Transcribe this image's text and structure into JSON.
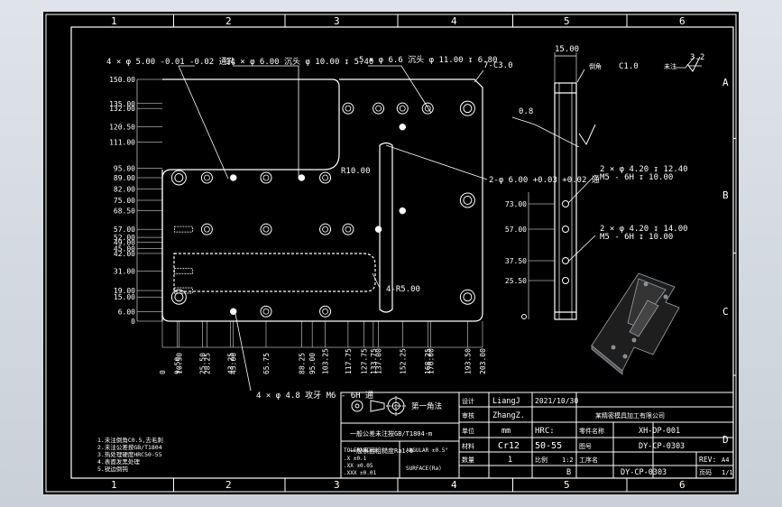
{
  "colors": {
    "background": "#000000",
    "line": "#ffffff",
    "dim": "#ffffff",
    "part": "#ffffff",
    "viewer": "#d3d9e0"
  },
  "zones": {
    "top": [
      "1",
      "2",
      "3",
      "4",
      "5",
      "6"
    ],
    "side": [
      "A",
      "B",
      "C",
      "D"
    ]
  },
  "callouts": {
    "top_left": "4 × φ 5.00 -0.01 -0.02 通孔",
    "top_mid": "14 × φ 6.00 沉头 φ 10.00 ↧ 5.40",
    "top_right": "5 × φ 6.6 沉头 φ 11.00 ↧ 6.80",
    "chamfer": "7-C3.0",
    "r10": "R10.00",
    "pin": "2-φ 6.00 +0.03 +0.02 通",
    "r5": "4-R5.00",
    "bottom": "4 × φ 4.8 攻牙 M6 - 6H 通",
    "side_thread1": "2 × φ 4.20 ↧ 12.40",
    "side_thread1b": "M5 - 6H ↧ 10.00",
    "side_thread2": "2 × φ 4.20 ↧ 14.00",
    "side_thread2b": "M5 - 6H ↧ 10.00",
    "side_width": "15.00",
    "side_chamfer": "C1.0",
    "flatness": "0.8",
    "roughness": "3.2",
    "note_a": "倒角",
    "note_b": "未注"
  },
  "y_dims": [
    "150.00",
    "135.00",
    "132.00",
    "120.50",
    "111.00",
    "95.00",
    "89.00",
    "82.00",
    "75.00",
    "68.50",
    "57.00",
    "52.00",
    "49.00",
    "45.00",
    "42.00",
    "31.00",
    "19.00",
    "15.00",
    "6.00",
    "0"
  ],
  "x_dims": [
    "0",
    "9.50",
    "10.50",
    "25.50",
    "28.25",
    "43.25",
    "45.00",
    "65.75",
    "88.25",
    "95.00",
    "103.25",
    "117.75",
    "127.75",
    "133.75",
    "137.00",
    "152.25",
    "168.25",
    "170.00",
    "193.50",
    "203.00"
  ],
  "side_dims": [
    "73.00",
    "57.00",
    "37.50",
    "25.50"
  ],
  "title_block": {
    "projection": "第一角法",
    "label_design": "设计",
    "designer": "LiangJ",
    "date": "2021/10/30",
    "checker": "ZhangZ.",
    "label_check": "审核",
    "company": "某精密模具加工有限公司",
    "unit_label": "单位",
    "unit": "mm",
    "hardness_label": "HRC:",
    "hardness": "50-55",
    "part_label": "零件名称",
    "part_no": "XH-DP-001",
    "material_label": "材料",
    "material": "Cr12",
    "drawing_label": "图号",
    "drawing_no": "DY-CP-0303",
    "qty_label": "数量",
    "qty": "1",
    "scale_label": "比例",
    "scale": "1:2",
    "process_label": "工序名",
    "rev_label": "REV:",
    "size": "A4",
    "sheet_label": "页码",
    "sheet": "1/1",
    "code": "B",
    "drawing_no2": "DY-CP-0303",
    "note1": "一般公差未注按GB/T1804-m",
    "note2": "一般表面粗糙度Ra1.6",
    "tolerances": "TOLERANCES",
    "angular": "ANGULAR ±0.5°",
    "tol1": ".X  ±0.1",
    "tol2": ".XX ±0.05",
    "tol3": ".XXX ±0.01",
    "surface": "SURFACE(Ra)",
    "tech_notes": [
      "1.未注倒角C0.5,去毛刺",
      "2.未注公差按GB/T1804",
      "3.热处理硬度HRC50-55",
      "4.表面发黑处理",
      "5.锐边倒钝"
    ]
  }
}
